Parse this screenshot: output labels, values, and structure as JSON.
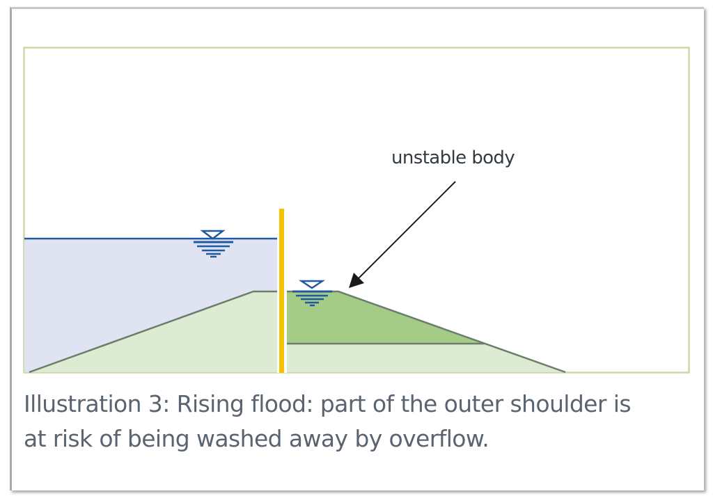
{
  "diagram": {
    "annotation_label": "unstable body",
    "caption_line1": "Illustration 3: Rising flood: part of the outer shoulder is",
    "caption_line2": "at risk of being washed away by overflow.",
    "elements": {
      "flood_water": "light blue water body on river side with water-level symbol",
      "sheet_pile_wall": "vertical yellow wall in dike crest",
      "dike_body": "light green dike cross-section",
      "unstable_body": "darker green outer shoulder section with water-level symbol",
      "arrow": "black arrow pointing from label to unstable body"
    },
    "colors": {
      "frame_border": "#c9d8a6",
      "water_fill": "#dfe3f2",
      "water_line": "#1f5aa0",
      "dike_fill": "#deebd3",
      "unstable_fill": "#a5cc86",
      "outline": "#6b7d6b",
      "wall": "#f6c300",
      "caption_text": "#5a6470"
    }
  }
}
